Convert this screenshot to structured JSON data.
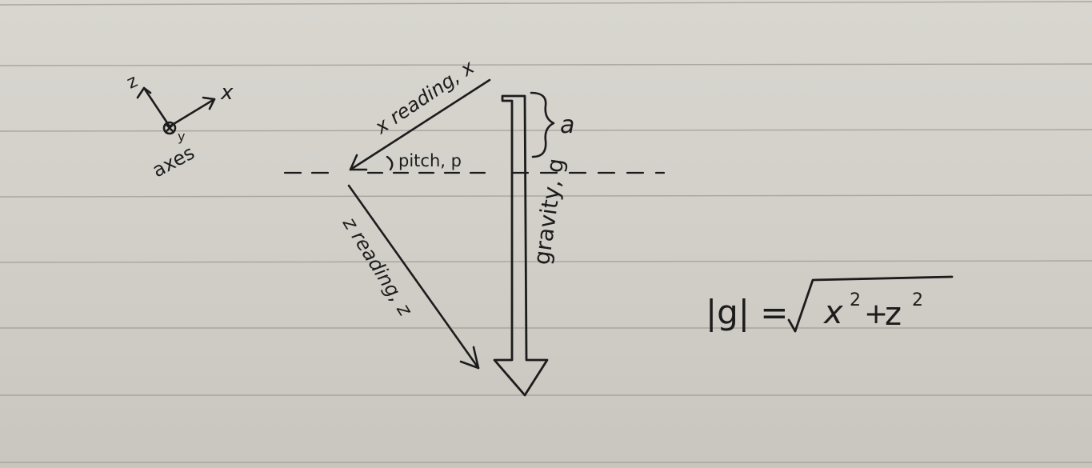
{
  "axes_legend": {
    "z_label": "z",
    "x_label": "x",
    "y_label": "y",
    "caption": "axes"
  },
  "vectors": {
    "x_reading": "x reading, x",
    "z_reading": "z reading, z",
    "pitch": "pitch, p",
    "brace_label": "a",
    "gravity": "gravity, g"
  },
  "formula": {
    "lhs": "|g| =",
    "x_term": "x",
    "plus": "+",
    "z_term": "z",
    "exponent": "2"
  }
}
